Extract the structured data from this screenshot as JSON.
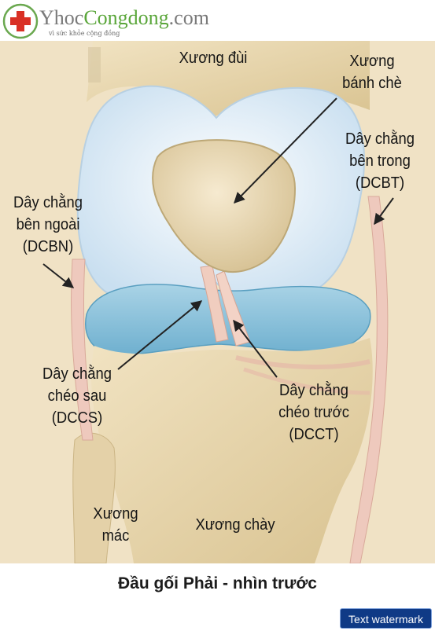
{
  "logo": {
    "name_part1": "Yhoc",
    "name_part2": "Congdong",
    "name_part3": ".com",
    "tagline": "vì sức khỏe cộng đồng"
  },
  "labels": {
    "femur": "Xương đùi",
    "patella": [
      "Xương",
      "bánh chè"
    ],
    "mcl": [
      "Dây chằng",
      "bên trong",
      "(DCBT)"
    ],
    "lcl": [
      "Dây chằng",
      "bên ngoài",
      "(DCBN)"
    ],
    "pcl": [
      "Dây chằng",
      "chéo sau",
      "(DCCS)"
    ],
    "acl": [
      "Dây chằng",
      "chéo trước",
      "(DCCT)"
    ],
    "fibula": [
      "Xương",
      "mác"
    ],
    "tibia": "Xương chày"
  },
  "caption": "Đầu gối Phải - nhìn trước",
  "watermark_button": "Text watermark",
  "colors": {
    "bone": "#ead9b2",
    "cartilage": "#e3eef7",
    "meniscus": "#8ec4dc",
    "ligament": "#efc9be",
    "arrow": "#222222",
    "watermark_bg": "#0f3a86"
  }
}
